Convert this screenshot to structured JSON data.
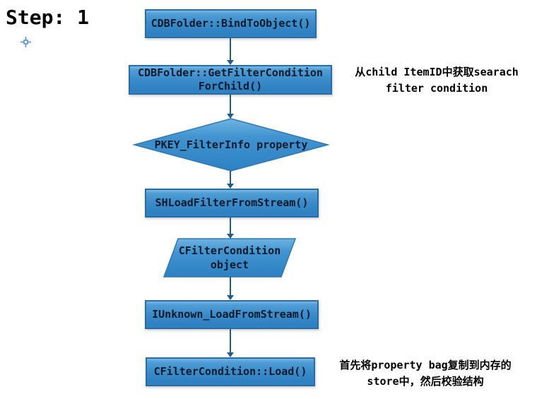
{
  "title": "Step: 1",
  "flowchart": {
    "node_bind_to_object": "CDBFolder::BindToObject()",
    "node_get_filter_line1": "CDBFolder::GetFilterCondition",
    "node_get_filter_line2": "ForChild()",
    "decision_pkey_filterinfo": "PKEY_FilterInfo property",
    "node_sh_load_filter": "SHLoadFilterFromStream()",
    "data_cfiltercondition_line1": "CFilterCondition",
    "data_cfiltercondition_line2": "object",
    "node_iunknown_load": "IUnknown_LoadFromStream()",
    "node_cfiltercondition_load": "CFilterCondition::Load()"
  },
  "annotations": {
    "top_line1": "从child ItemID中获取searach",
    "top_line2": "filter condition",
    "bottom_line1": "首先将property bag复制到内存的",
    "bottom_line2": "store中，然后校验结构"
  },
  "icons": {
    "crosshair_cursor": "crosshair"
  },
  "colors": {
    "shape_fill_top": "#74b7e4",
    "shape_fill_bottom": "#2e80c1",
    "shape_border": "#2a6da6",
    "arrow": "#1e5e8e",
    "shape_text": "#0a1a2b",
    "annotation_text": "#000000",
    "crosshair": "#4a8fd2"
  }
}
